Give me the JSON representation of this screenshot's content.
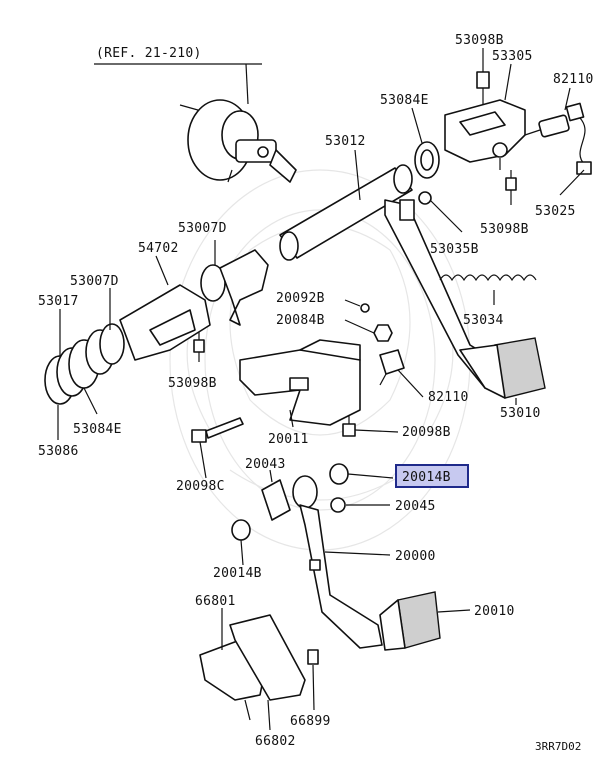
{
  "diagram": {
    "reference": "(REF. 21-210)",
    "drawing_code": "3RR7D02",
    "highlighted_part": "20014B",
    "highlight_color": "#c7c9f0",
    "highlight_border": "#1f2a8a",
    "labels": [
      {
        "id": "53098B-top",
        "text": "53098B"
      },
      {
        "id": "53305",
        "text": "53305"
      },
      {
        "id": "82110-top",
        "text": "82110"
      },
      {
        "id": "53084E-top",
        "text": "53084E"
      },
      {
        "id": "53012",
        "text": "53012"
      },
      {
        "id": "53025",
        "text": "53025"
      },
      {
        "id": "53098B-right",
        "text": "53098B"
      },
      {
        "id": "53007D-top",
        "text": "53007D"
      },
      {
        "id": "54702",
        "text": "54702"
      },
      {
        "id": "53035B",
        "text": "53035B"
      },
      {
        "id": "53007D-left",
        "text": "53007D"
      },
      {
        "id": "53017",
        "text": "53017"
      },
      {
        "id": "20092B",
        "text": "20092B"
      },
      {
        "id": "20084B",
        "text": "20084B"
      },
      {
        "id": "53034",
        "text": "53034"
      },
      {
        "id": "53098B-mid",
        "text": "53098B"
      },
      {
        "id": "82110-mid",
        "text": "82110"
      },
      {
        "id": "53010",
        "text": "53010"
      },
      {
        "id": "53084E-bottom",
        "text": "53084E"
      },
      {
        "id": "20011",
        "text": "20011"
      },
      {
        "id": "20098B",
        "text": "20098B"
      },
      {
        "id": "53086",
        "text": "53086"
      },
      {
        "id": "20043",
        "text": "20043"
      },
      {
        "id": "20014B-hl",
        "text": "20014B"
      },
      {
        "id": "20098C",
        "text": "20098C"
      },
      {
        "id": "20045",
        "text": "20045"
      },
      {
        "id": "20000",
        "text": "20000"
      },
      {
        "id": "20014B-bottom",
        "text": "20014B"
      },
      {
        "id": "66801",
        "text": "66801"
      },
      {
        "id": "20010",
        "text": "20010"
      },
      {
        "id": "66899",
        "text": "66899"
      },
      {
        "id": "66802",
        "text": "66802"
      }
    ]
  }
}
